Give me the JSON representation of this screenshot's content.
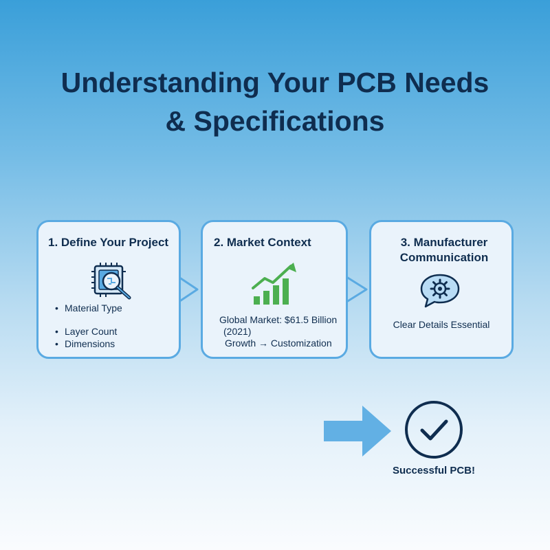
{
  "title": {
    "line1": "Understanding Your PCB Needs",
    "line2": "& Specifications"
  },
  "steps": [
    {
      "title": "1. Define Your Project",
      "icon": "chip-magnifier-icon",
      "bullets": [
        "Material Type",
        "Layer Count",
        "Dimensions"
      ]
    },
    {
      "title": "2. Market Context",
      "icon": "growth-chart-icon",
      "market_line1": "Global Market: $61.5 Billion",
      "market_line2": "(2021)",
      "growth_line": "Growth → Customization"
    },
    {
      "title": "3. Manufacturer Communication",
      "icon": "chat-gear-icon",
      "note": "Clear Details Essential"
    }
  ],
  "outcome": {
    "icon": "checkmark-circle-icon",
    "label": "Successful PCB!"
  },
  "colors": {
    "title": "#0f2d4f",
    "card_border": "#5aaae2",
    "card_fill": "#eaf3fb",
    "chart_green": "#4caf50",
    "arrow_blue": "#62b0e4"
  }
}
